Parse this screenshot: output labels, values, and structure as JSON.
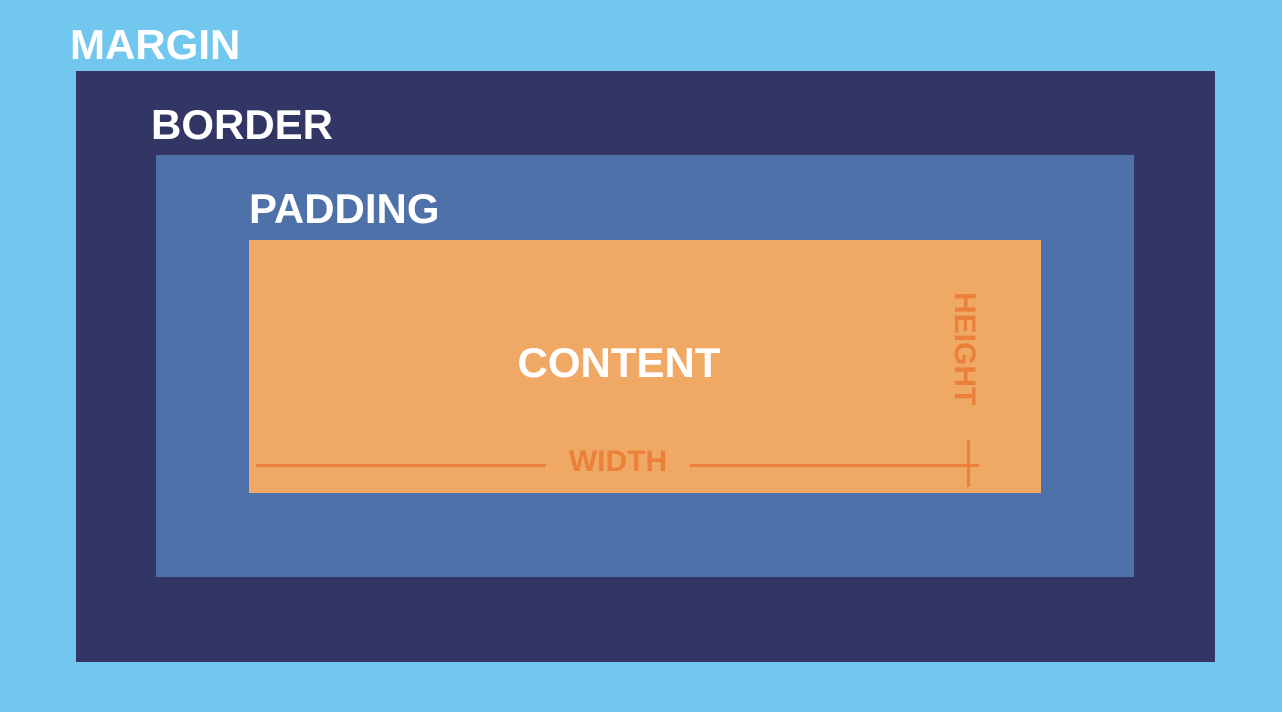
{
  "colors": {
    "margin": "#72c7ef",
    "border": "#313665",
    "padding": "#4e71aa",
    "content": "#f0a965",
    "dimension": "#ea8039",
    "label": "#ffffff"
  },
  "layers": {
    "margin_label": "MARGIN",
    "border_label": "BORDER",
    "padding_label": "PADDING",
    "content_label": "CONTENT"
  },
  "dimensions": {
    "width_label": "WIDTH",
    "height_label": "HEIGHT"
  }
}
